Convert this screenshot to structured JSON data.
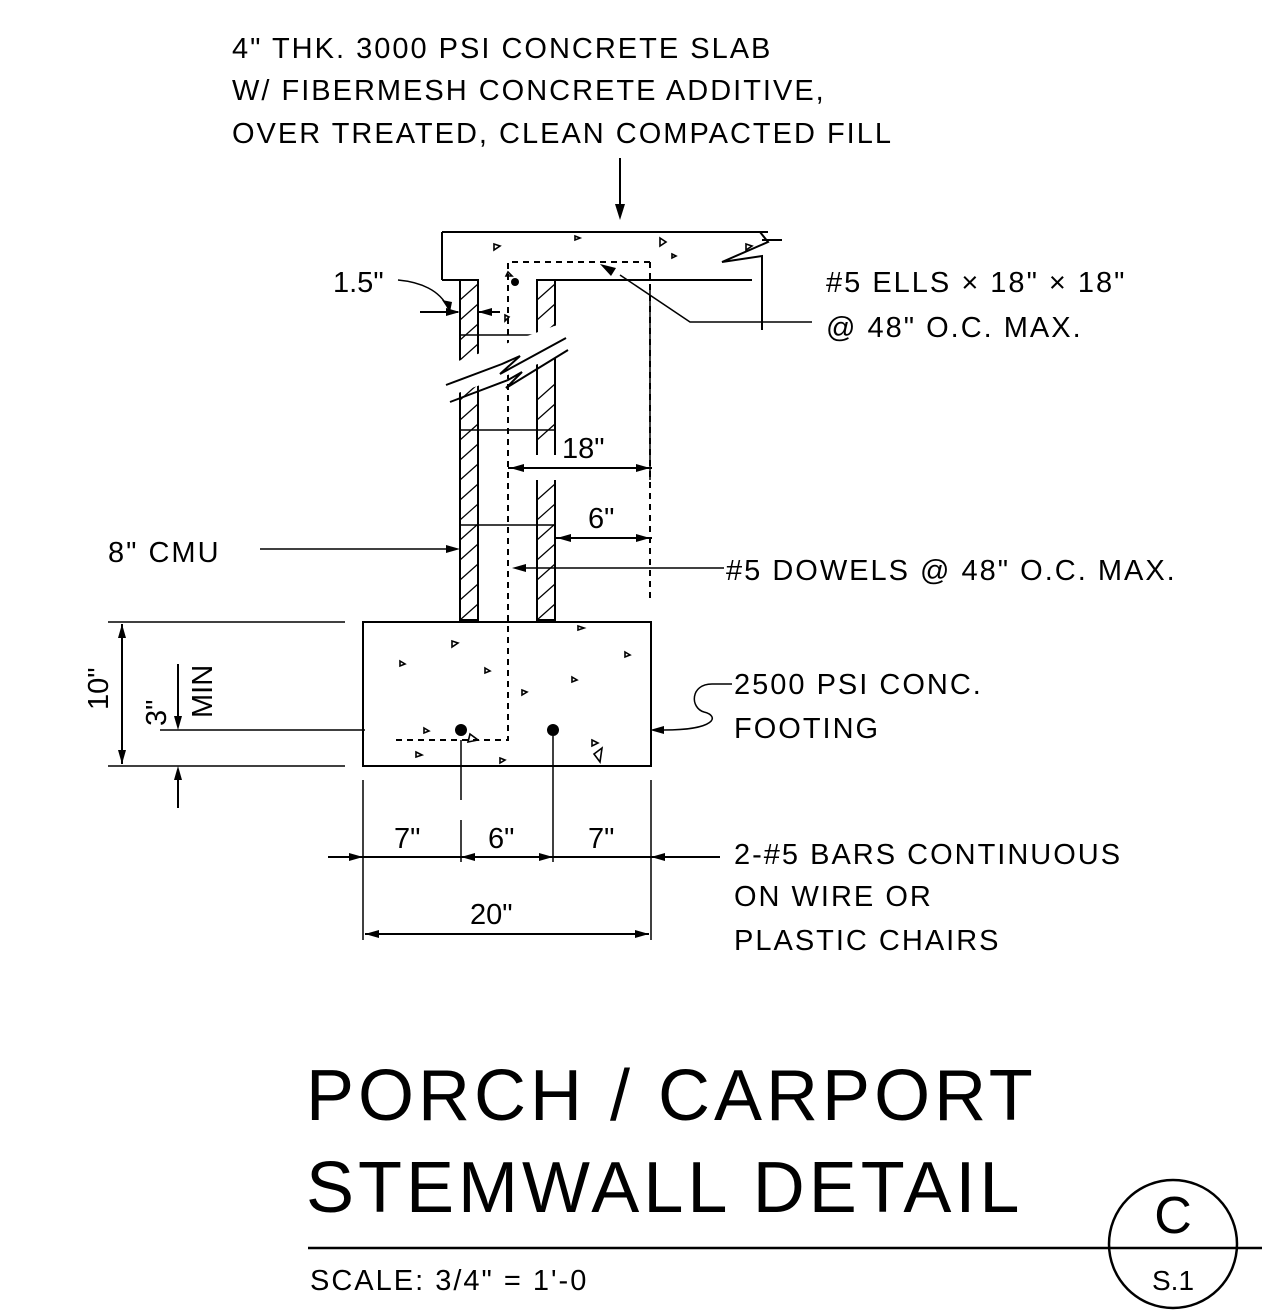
{
  "notes": {
    "slab_line1": "4\" THK. 3000 PSI CONCRETE SLAB",
    "slab_line2": "W/ FIBERMESH CONCRETE ADDITIVE,",
    "slab_line3": "OVER TREATED, CLEAN COMPACTED FILL",
    "ells_line1": "#5 ELLS × 18\" × 18\"",
    "ells_line2": "@ 48\" O.C. MAX.",
    "cmu": "8\" CMU",
    "dowels": "#5 DOWELS @ 48\" O.C. MAX.",
    "footing_line1": "2500 PSI CONC.",
    "footing_line2": "FOOTING",
    "bars_line1": "2-#5 BARS CONTINUOUS",
    "bars_line2": "ON WIRE OR",
    "bars_line3": "PLASTIC CHAIRS"
  },
  "dimensions": {
    "cover": "1.5\"",
    "ell_leg": "18\"",
    "dowel_offset": "6\"",
    "footing_depth": "10\"",
    "bar_clear": "3\"",
    "bar_clear_min": "MIN",
    "edge_left": "7\"",
    "bar_spacing": "6\"",
    "edge_right": "7\"",
    "footing_width": "20\""
  },
  "title": {
    "line1": "PORCH / CARPORT",
    "line2": "STEMWALL DETAIL",
    "scale": "SCALE: 3/4\" = 1'-0"
  },
  "detail_tag": {
    "letter": "C",
    "sheet": "S.1"
  }
}
